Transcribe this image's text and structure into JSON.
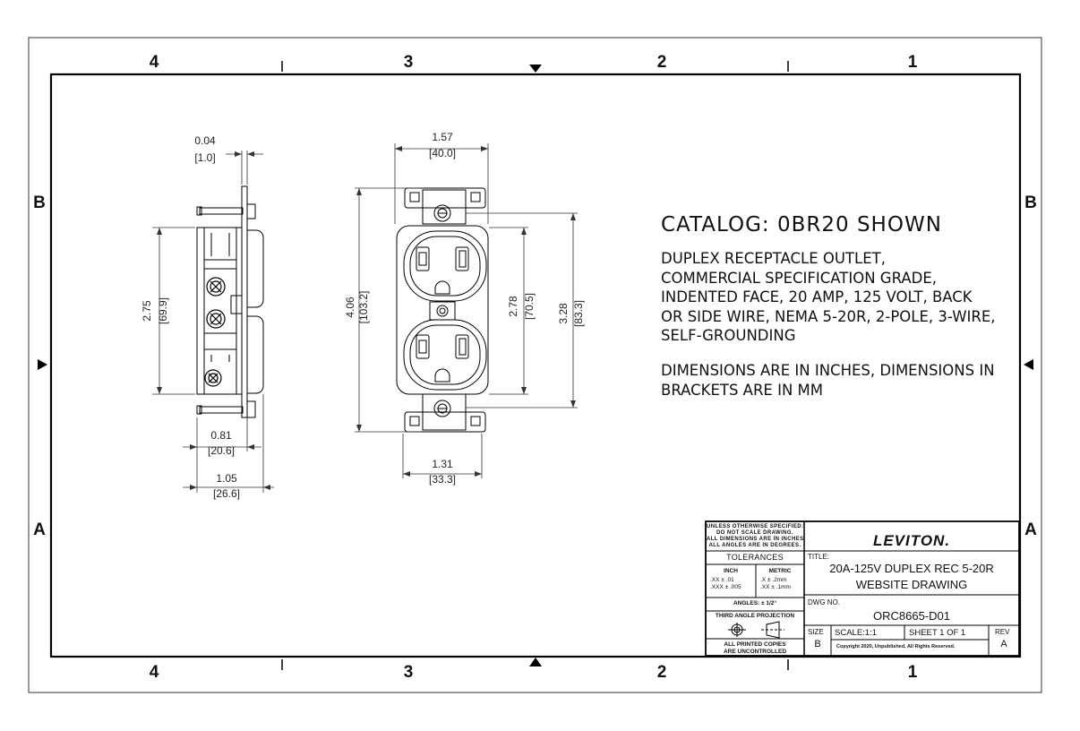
{
  "zones": {
    "columns": [
      "4",
      "3",
      "2",
      "1"
    ],
    "rows": [
      "B",
      "A"
    ]
  },
  "catalog_title": "CATALOG: 0BR20 SHOWN",
  "description_lines": [
    "DUPLEX RECEPTACLE OUTLET,",
    "COMMERCIAL SPECIFICATION GRADE,",
    "INDENTED FACE, 20 AMP, 125 VOLT, BACK",
    "OR SIDE WIRE, NEMA 5-20R, 2-POLE, 3-WIRE,",
    "SELF-GROUNDING"
  ],
  "dims_note_lines": [
    "DIMENSIONS ARE IN INCHES, DIMENSIONS IN",
    "BRACKETS ARE IN MM"
  ],
  "dimensions": {
    "side_thickness": {
      "in": "0.04",
      "mm": "[1.0]"
    },
    "side_height": {
      "in": "2.75",
      "mm": "[69.9]"
    },
    "side_depth_a": {
      "in": "0.81",
      "mm": "[20.6]"
    },
    "side_depth_b": {
      "in": "1.05",
      "mm": "[26.6]"
    },
    "front_width": {
      "in": "1.57",
      "mm": "[40.0]"
    },
    "front_overall": {
      "in": "4.06",
      "mm": "[103.2]"
    },
    "front_body": {
      "in": "2.78",
      "mm": "[70.5]"
    },
    "front_mount": {
      "in": "3.28",
      "mm": "[83.3]"
    },
    "front_body_width": {
      "in": "1.31",
      "mm": "[33.3]"
    }
  },
  "title_block": {
    "unless_lines": [
      "UNLESS OTHERWISE SPECIFIED:",
      "DO NOT SCALE DRAWING.",
      "ALL DIMENSIONS ARE IN INCHES.",
      "ALL ANGLES ARE IN DEGREES."
    ],
    "tolerances": "TOLERANCES",
    "inch_label": "INCH",
    "metric_label": "METRIC",
    "inch_lines": [
      ".XX  ± .01",
      ".XXX  ± .005"
    ],
    "metric_lines": [
      ".X  ± .2mm",
      ".XX  ± .1mm"
    ],
    "angles": "ANGLES: ± 1/2°",
    "projection": "THIRD ANGLE PROJECTION",
    "printed_lines": [
      "ALL PRINTED COPIES",
      "ARE UNCONTROLLED"
    ],
    "logo": "LEVITON.",
    "title_label": "TITLE:",
    "title_line1": "20A-125V DUPLEX REC 5-20R",
    "title_line2": "WEBSITE DRAWING",
    "dwg_label": "DWG NO.",
    "dwg_no": "ORC8665-D01",
    "size_label": "SIZE",
    "size": "B",
    "scale": "SCALE:1:1",
    "sheet": "SHEET 1 OF 1",
    "copyright": "Copyright 2020, Unpublished, All Rights Reserved.",
    "rev_label": "REV",
    "rev": "A"
  }
}
